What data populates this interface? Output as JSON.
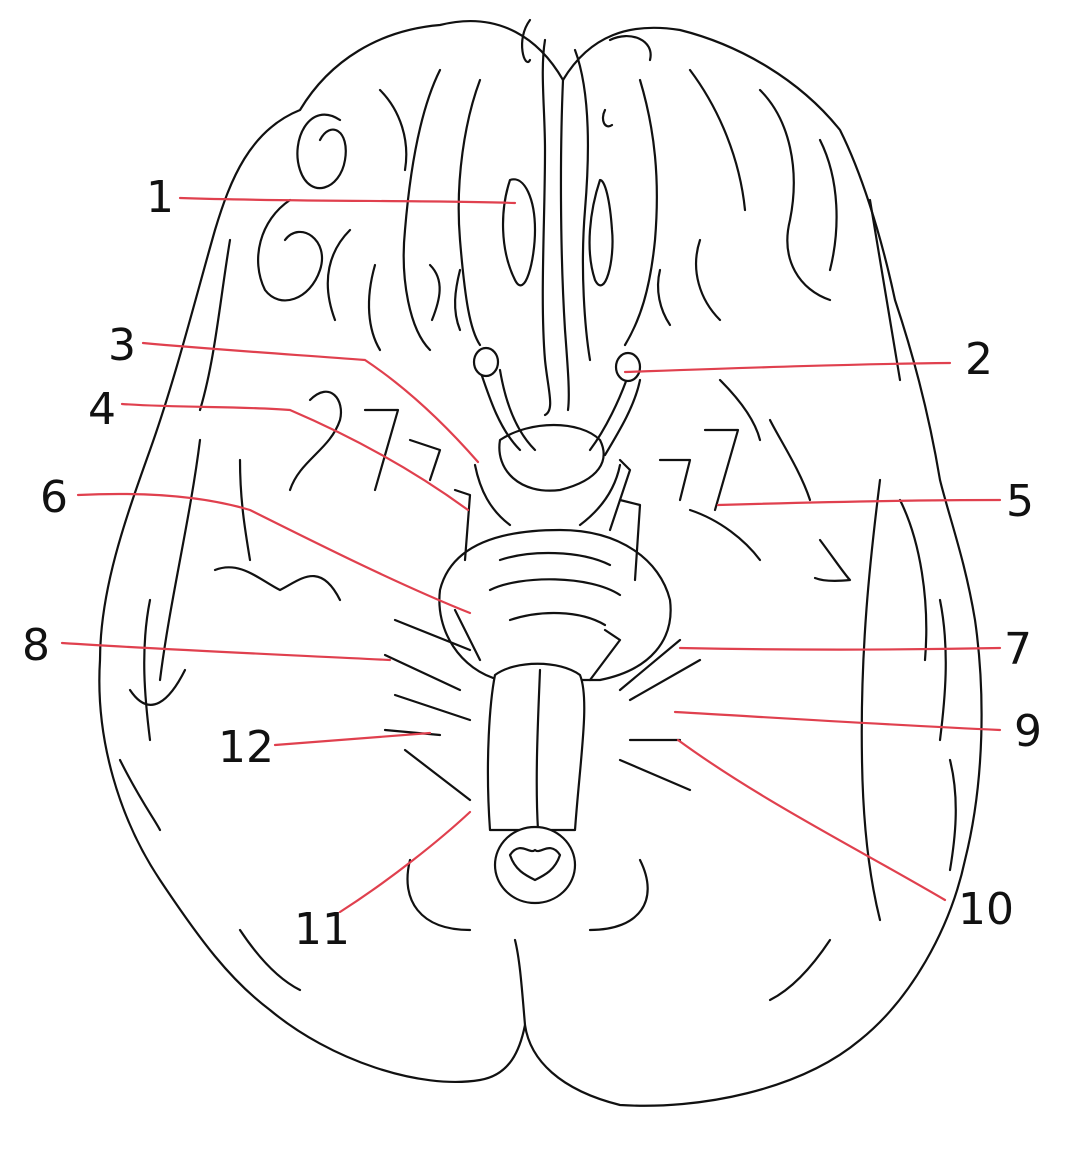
{
  "diagram": {
    "colors": {
      "ink": "#111111",
      "leader": "#e0404e",
      "background": "#ffffff"
    },
    "labels": [
      {
        "id": "1",
        "text": "1"
      },
      {
        "id": "2",
        "text": "2"
      },
      {
        "id": "3",
        "text": "3"
      },
      {
        "id": "4",
        "text": "4"
      },
      {
        "id": "5",
        "text": "5"
      },
      {
        "id": "6",
        "text": "6"
      },
      {
        "id": "7",
        "text": "7"
      },
      {
        "id": "8",
        "text": "8"
      },
      {
        "id": "9",
        "text": "9"
      },
      {
        "id": "10",
        "text": "10"
      },
      {
        "id": "11",
        "text": "11"
      },
      {
        "id": "12",
        "text": "12"
      }
    ]
  }
}
